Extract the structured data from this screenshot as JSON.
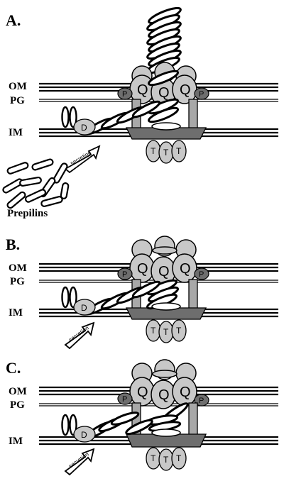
{
  "panels": [
    {
      "label": "A.",
      "membranes": [
        "OM",
        "PG",
        "IM"
      ],
      "secretion": "secretion",
      "prepilins_label": "Prepilins"
    },
    {
      "label": "B.",
      "membranes": [
        "OM",
        "PG",
        "IM"
      ],
      "secretion": "secretion"
    },
    {
      "label": "C.",
      "membranes": [
        "OM",
        "PG",
        "IM"
      ],
      "secretion": "secretion"
    }
  ],
  "protein_labels": {
    "Q": "Q",
    "P": "P",
    "T": "T",
    "D": "D"
  },
  "colors": {
    "grey_light": "#c8c8c8",
    "grey_mid": "#a8a8a8",
    "grey_dark": "#6e6e6e",
    "line": "#000000"
  }
}
